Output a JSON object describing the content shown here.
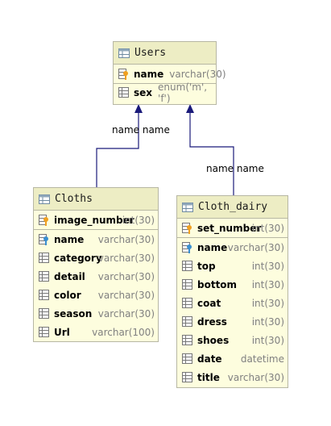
{
  "diagram": {
    "tables": {
      "users": {
        "name": "Users",
        "pk_rows": [
          {
            "name": "name",
            "type": "varchar(30)",
            "icon": "key-column-icon"
          }
        ],
        "rows": [
          {
            "name": "sex",
            "type": "enum('m', 'f')",
            "icon": "column-icon"
          }
        ]
      },
      "cloths": {
        "name": "Cloths",
        "pk_rows": [
          {
            "name": "image_number",
            "type": "int(30)",
            "icon": "key-column-icon"
          }
        ],
        "rows": [
          {
            "name": "name",
            "type": "varchar(30)",
            "icon": "foreign-key-column-icon"
          },
          {
            "name": "category",
            "type": "varchar(30)",
            "icon": "column-icon"
          },
          {
            "name": "detail",
            "type": "varchar(30)",
            "icon": "column-icon"
          },
          {
            "name": "color",
            "type": "varchar(30)",
            "icon": "column-icon"
          },
          {
            "name": "season",
            "type": "varchar(30)",
            "icon": "column-icon"
          },
          {
            "name": "Url",
            "type": "varchar(100)",
            "icon": "column-icon"
          }
        ]
      },
      "cloth_dairy": {
        "name": "Cloth_dairy",
        "pk_rows": [
          {
            "name": "set_number",
            "type": "int(30)",
            "icon": "key-column-icon"
          }
        ],
        "rows": [
          {
            "name": "name",
            "type": "varchar(30)",
            "icon": "foreign-key-column-icon"
          },
          {
            "name": "top",
            "type": "int(30)",
            "icon": "column-icon"
          },
          {
            "name": "bottom",
            "type": "int(30)",
            "icon": "column-icon"
          },
          {
            "name": "coat",
            "type": "int(30)",
            "icon": "column-icon"
          },
          {
            "name": "dress",
            "type": "int(30)",
            "icon": "column-icon"
          },
          {
            "name": "shoes",
            "type": "int(30)",
            "icon": "column-icon"
          },
          {
            "name": "date",
            "type": "datetime",
            "icon": "column-icon"
          },
          {
            "name": "title",
            "type": "varchar(30)",
            "icon": "column-icon"
          }
        ]
      }
    },
    "relations": [
      {
        "from": "cloths",
        "to": "users",
        "label": "name name"
      },
      {
        "from": "cloth_dairy",
        "to": "users",
        "label": "name name"
      }
    ]
  }
}
